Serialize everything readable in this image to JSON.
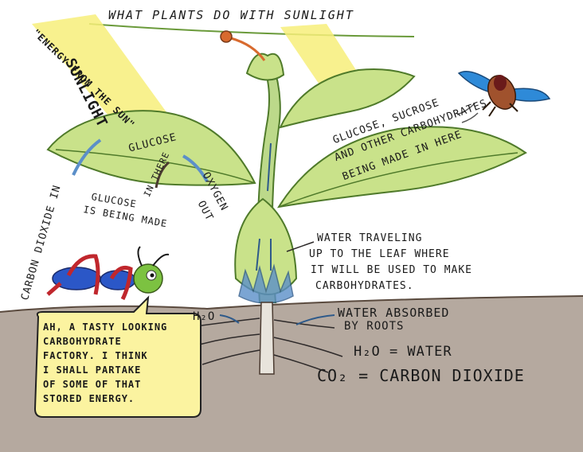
{
  "title": "WHAT PLANTS DO WITH SUNLIGHT",
  "sunlight": {
    "label": "SUNLIGHT",
    "quote": "\"ENERGY FROM THE SUN\""
  },
  "left_leaf": {
    "glucose": "GLUCOSE",
    "made_line1": "GLUCOSE",
    "made_line2": "IS BEING MADE",
    "made_line3": "IN THERE",
    "oxygen_line1": "OXYGEN",
    "oxygen_line2": "OUT",
    "co2_in": "CARBON DIOXIDE IN"
  },
  "right_leaf": {
    "line1": "GLUCOSE, SUCROSE",
    "line2": "AND OTHER CARBOHYDRATES",
    "line3": "BEING MADE IN HERE"
  },
  "stem_note": {
    "line1": "WATER TRAVELING",
    "line2": "UP TO THE LEAF WHERE",
    "line3": "IT WILL BE USED TO MAKE",
    "line4": "CARBOHYDRATES."
  },
  "roots": {
    "h2o": "H₂O",
    "absorbed_line1": "WATER ABSORBED",
    "absorbed_line2": "BY ROOTS"
  },
  "legend": {
    "h2o": "H₂O = WATER",
    "co2": "CO₂ = CARBON DIOXIDE"
  },
  "speech_bubble": {
    "lines": [
      "AH, A TASTY LOOKING",
      "CARBOHYDRATE",
      "FACTORY. I THINK",
      "I SHALL PARTAKE",
      "OF SOME OF THAT",
      "STORED ENERGY."
    ]
  },
  "colors": {
    "leaf": "#c9e28a",
    "leaf_edge": "#4f7a2a",
    "stem": "#bcd98a",
    "sun": "#f7ee7a",
    "soil": "#a89a8e",
    "water": "#5b8fc9",
    "ant_body": "#2b57c7",
    "ant_leg": "#c0272d",
    "ant_head": "#7cc241",
    "flower": "#d86a2e",
    "bubble": "#fbf3a0"
  }
}
